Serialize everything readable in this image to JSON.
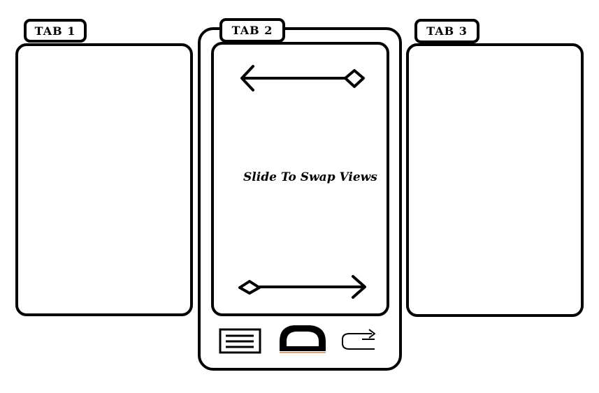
{
  "tabs": [
    {
      "label": "TAB 1"
    },
    {
      "label": "TAB 2"
    },
    {
      "label": "TAB 3"
    }
  ],
  "screen": {
    "caption": "Slide To Swap Views"
  },
  "icons": {
    "top_gesture": "swipe-left-arrow-icon",
    "bottom_gesture": "swipe-right-arrow-icon",
    "menu": "menu-icon",
    "home": "home-icon",
    "back": "back-icon"
  }
}
